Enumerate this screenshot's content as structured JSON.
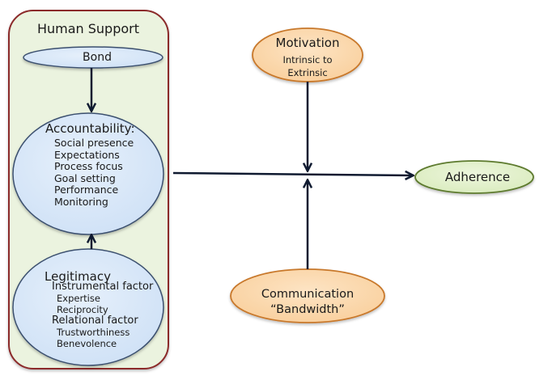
{
  "diagram": {
    "container": {
      "title": "Human Support",
      "fill": "#ebf3df",
      "border": "#8b2a2a"
    },
    "nodes": {
      "bond": {
        "label": "Bond",
        "fill": "#d6e6f8",
        "border": "#3a4f6e"
      },
      "accountability": {
        "title": "Accountability:",
        "items": [
          "Social presence",
          "Expectations",
          "Process focus",
          "Goal setting",
          "Performance",
          "Monitoring"
        ],
        "fill": "#d6e6f8",
        "border": "#3a4f6e"
      },
      "legitimacy": {
        "title": "Legitimacy",
        "factors": [
          {
            "label": "Instrumental factor",
            "items": [
              "Expertise",
              "Reciprocity"
            ]
          },
          {
            "label": "Relational factor",
            "items": [
              "Trustworthiness",
              "Benevolence"
            ]
          }
        ],
        "fill": "#d6e6f8",
        "border": "#3a4f6e"
      },
      "motivation": {
        "title": "Motivation",
        "subtitle_lines": [
          "Intrinsic to",
          "Extrinsic"
        ],
        "fill": "#fbd7aa",
        "border": "#c8782c"
      },
      "communication": {
        "lines": [
          "Communication",
          "“Bandwidth”"
        ],
        "fill": "#fbd7aa",
        "border": "#c8782c"
      },
      "adherence": {
        "label": "Adherence",
        "fill": "#e4f1cf",
        "border": "#5d7a2e"
      }
    },
    "edges": [
      {
        "from": "bond",
        "to": "accountability"
      },
      {
        "from": "legitimacy",
        "to": "accountability"
      },
      {
        "from": "human-support",
        "to": "adherence"
      },
      {
        "from": "motivation",
        "to": "human-support-adherence-path"
      },
      {
        "from": "communication",
        "to": "human-support-adherence-path"
      }
    ],
    "arrow_color": "#0f1a30"
  }
}
